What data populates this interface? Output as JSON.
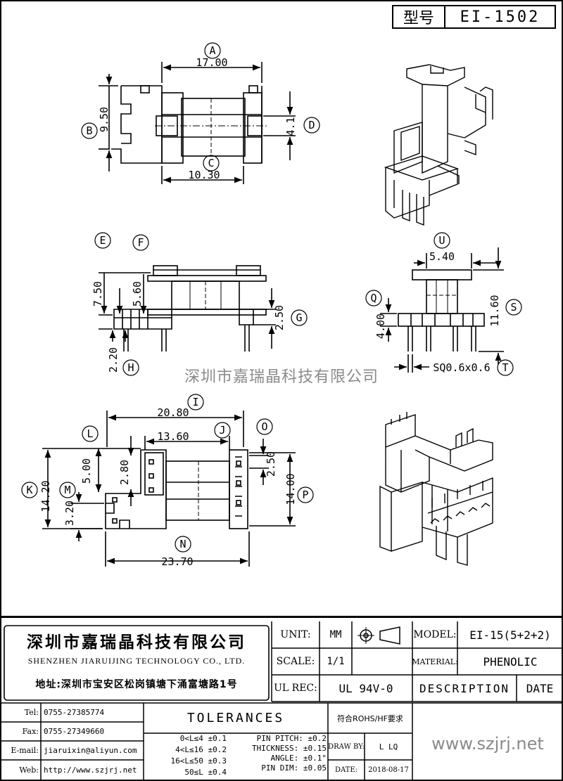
{
  "header": {
    "type_label": "型号",
    "type_value": "EI-1502"
  },
  "top_view": {
    "dim_a": "17.00",
    "letter_a": "A",
    "dim_b": "9.50",
    "letter_b": "B",
    "dim_c": "10.30",
    "letter_c": "C",
    "dim_d": "4.1",
    "letter_d": "D"
  },
  "side_view": {
    "letter_e": "E",
    "dim_e": "7.50",
    "letter_f": "F",
    "dim_f": "5.60",
    "letter_g": "G",
    "dim_g": "2.50",
    "letter_h": "H",
    "dim_h": "2.20"
  },
  "end_view": {
    "letter_u": "U",
    "dim_u": "5.40",
    "letter_q": "Q",
    "dim_q": "4.00",
    "letter_s": "S",
    "dim_s": "11.60",
    "letter_t": "T",
    "dim_t": "SQ0.6x0.6"
  },
  "bottom_view": {
    "letter_i": "I",
    "dim_i": "20.80",
    "letter_j": "J",
    "dim_j": "13.60",
    "letter_l": "L",
    "dim_l": "5.00",
    "dim_l2": "2.80",
    "letter_o": "O",
    "dim_o": "2.50",
    "letter_k": "K",
    "dim_k": "14.20",
    "letter_m": "M",
    "dim_m": "3.20",
    "letter_p": "P",
    "dim_p": "14.00",
    "letter_n": "N",
    "dim_n": "23.70"
  },
  "watermark": "深圳市嘉瑞晶科技有限公司",
  "title_block": {
    "company_cn": "深圳市嘉瑞晶科技有限公司",
    "company_en": "SHENZHEN JIARUIJING TECHNOLOGY CO., LTD.",
    "address": "地址:深圳市宝安区松岗镇塘下涌富塘路1号",
    "unit_label": "UNIT:",
    "unit_value": "MM",
    "scale_label": "SCALE:",
    "scale_value": "1/1",
    "model_label": "MODEL:",
    "model_value": "EI-15(5+2+2)",
    "material_label": "MATERIAL:",
    "material_value": "PHENOLIC",
    "ulrec_label": "UL REC:",
    "ulrec_value": "UL 94V-0",
    "description_label": "DESCRIPTION",
    "date_header": "DATE",
    "tel_label": "Tel:",
    "tel_value": "0755-27385774",
    "fax_label": "Fax:",
    "fax_value": "0755-27349660",
    "email_label": "E-mail:",
    "email_value": "jiaruixin@aliyun.com",
    "web_label": "Web:",
    "web_value": "http://www.szjrj.net",
    "tolerances_label": "TOLERANCES",
    "rohs": "符合ROHS/HF要求",
    "tol1": "0<L≤4 ±0.1",
    "tol2": "4<L≤16 ±0.2",
    "tol3": "16<L≤50 ±0.3",
    "tol4": "50≤L ±0.4",
    "pin1": "PIN PITCH: ±0.2",
    "pin2": "THICKNESS: ±0.15",
    "pin3": "ANGLE: ±0.1°",
    "pin4": "PIN DIM: ±0.05",
    "drawby_label": "DRAW BY:",
    "drawby_value": "L LQ",
    "date_label": "DATE:",
    "date_value": "2018-08-17",
    "website": "www.szjrj.net"
  }
}
